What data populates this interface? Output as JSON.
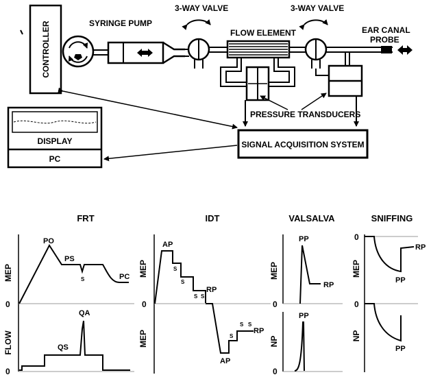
{
  "schematic": {
    "controller": "CONTROLLER",
    "syringe_pump": "SYRINGE PUMP",
    "valve_left": "3-WAY VALVE",
    "valve_right": "3-WAY VALVE",
    "flow_element": "FLOW ELEMENT",
    "ear_probe_line1": "EAR CANAL",
    "ear_probe_line2": "PROBE",
    "pressure_transducers": "PRESSURE TRANSDUCERS",
    "display": "DISPLAY",
    "pc": "PC",
    "signal_acquisition": "SIGNAL ACQUISITION SYSTEM"
  },
  "panels": {
    "frt": {
      "title": "FRT",
      "top_ylabel": "MEP",
      "bottom_ylabel": "FLOW",
      "zero_top": "0",
      "zero_bottom": "0",
      "labels": {
        "po": "PO",
        "ps": "PS",
        "s": "S",
        "pc": "PC",
        "qa": "QA",
        "qs": "QS"
      }
    },
    "idt": {
      "title": "IDT",
      "top_ylabel": "MEP",
      "bottom_ylabel": "MEP",
      "zero": "0",
      "labels": {
        "ap_top": "AP",
        "s1": "S",
        "s2": "S",
        "s3": "S",
        "s4": "S",
        "rp_top": "RP",
        "ap_bottom": "AP",
        "s5": "S",
        "s6": "S",
        "s7": "S",
        "rp_bottom": "RP"
      }
    },
    "valsalva": {
      "title": "VALSALVA",
      "top_ylabel": "MEP",
      "bottom_ylabel": "NP",
      "zero_top": "0",
      "zero_bottom": "0",
      "labels": {
        "pp_top": "PP",
        "rp": "RP",
        "pp_bottom": "PP"
      }
    },
    "sniffing": {
      "title": "SNIFFING",
      "top_ylabel": "MEP",
      "bottom_ylabel": "NP",
      "zero_top": "0",
      "zero_bottom": "0",
      "labels": {
        "rp": "RP",
        "pp_top": "PP",
        "pp_bottom": "PP"
      }
    }
  }
}
